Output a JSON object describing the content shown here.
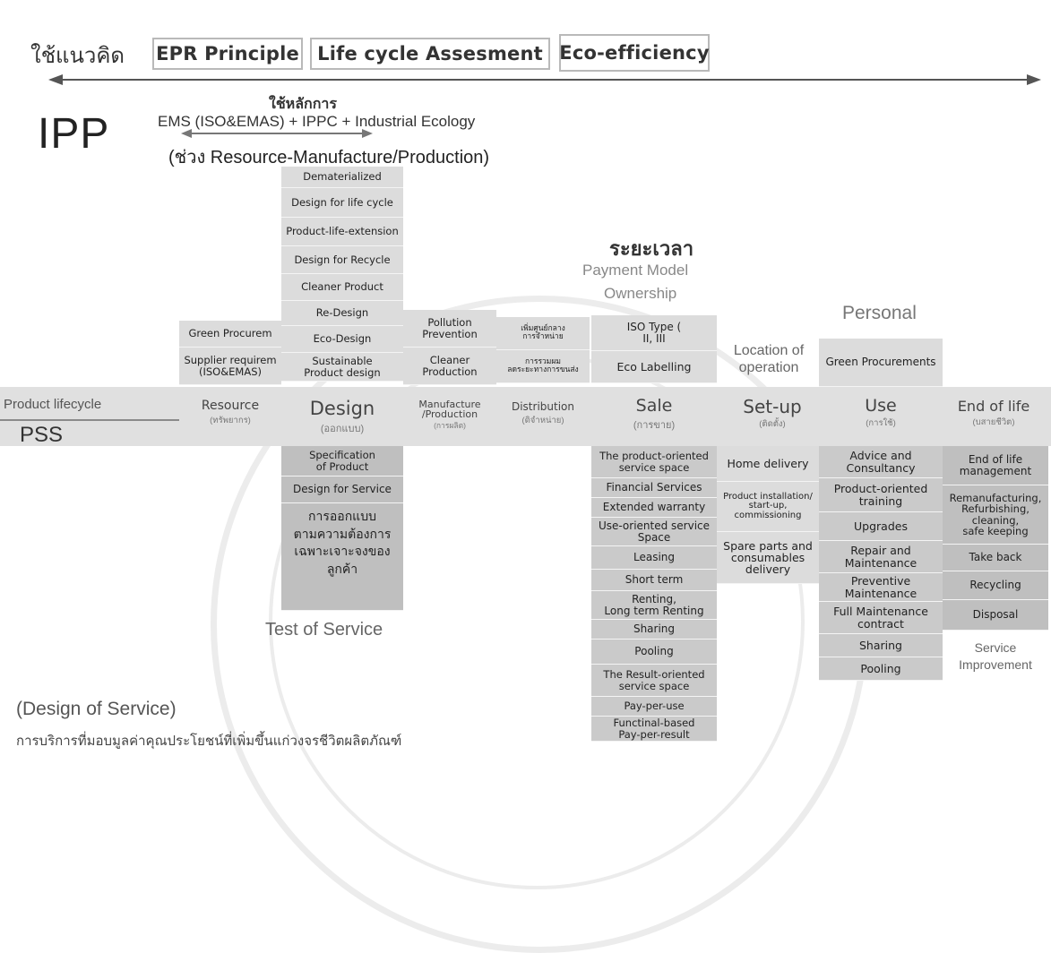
{
  "header": {
    "concept_label": "ใช้แนวคิด",
    "principles": [
      "EPR Principle",
      "Life cycle Assesment",
      "Eco-efficiency"
    ]
  },
  "ipp": {
    "title": "IPP",
    "principles_label": "ใช้หลักการ",
    "ems_line": "EMS (ISO&EMAS) + IPPC + Industrial Ecology",
    "range_label": "(ช่วง Resource-Manufacture/Production)"
  },
  "design_upper": [
    "Dematerialized",
    "Design for life cycle",
    "Product-life-extension",
    "Design for Recycle",
    "Cleaner Product",
    "Re-Design",
    "Eco-Design",
    "Sustainable\nProduct design"
  ],
  "resource_upper": [
    "Green Procurem",
    "Supplier requirem\n(ISO&EMAS)"
  ],
  "manufacture_upper": [
    "Pollution\nPrevention",
    "Cleaner\nProduction"
  ],
  "distribution_upper": [
    "เพิ่มศูนย์กลาง\nการจำหน่าย",
    "การรวมผม\nลดระยะทางการขนส่ง"
  ],
  "sale_header": {
    "time_label": "ระยะเวลา",
    "payment_model": "Payment Model",
    "ownership": "Ownership",
    "iso_type": "ISO Type (\nII, III",
    "eco_label": "Eco Labelling"
  },
  "setup_upper": "Location of\noperation",
  "use_upper": {
    "personal": "Personal",
    "green": "Green Procurements"
  },
  "lifecycle": {
    "left_label": "Product lifecycle",
    "pss_label": "PSS",
    "stages": [
      {
        "name": "Resource",
        "thai": "(ทรัพยากร)"
      },
      {
        "name": "Design",
        "thai": "(ออกแบบ)"
      },
      {
        "name": "Manufacture\n/Production",
        "thai": "(การผลิต)"
      },
      {
        "name": "Distribution",
        "thai": "(ดิจำหน่าย)"
      },
      {
        "name": "Sale",
        "thai": "(การขาย)"
      },
      {
        "name": "Set-up",
        "thai": "(ติดตั้ง)"
      },
      {
        "name": "Use",
        "thai": "(การใช้)"
      },
      {
        "name": "End of life",
        "thai": "(บสายชีวิต)"
      }
    ]
  },
  "design_lower": [
    "Specification\nof Product",
    "Design for Service",
    "การออกแบบ\nตามความต้องการ\nเฉพาะเจาะจงของ\nลูกค้า"
  ],
  "test_of_service": "Test of Service",
  "sale_lower": [
    "The product-oriented\nservice space",
    "Financial Services",
    "Extended warranty",
    "Use-oriented service\nSpace",
    "Leasing",
    "Short term",
    "Renting,\nLong term Renting",
    "Sharing",
    "Pooling",
    "The Result-oriented\nservice space",
    "Pay-per-use",
    "Functinal-based\nPay-per-result"
  ],
  "setup_lower": [
    "Home delivery",
    "Product installation/\nstart-up,\ncommissioning",
    "Spare parts and\nconsumables\ndelivery"
  ],
  "use_lower": [
    "Advice and\nConsultancy",
    "Product-oriented\ntraining",
    "Upgrades",
    "Repair and\nMaintenance",
    "Preventive\nMaintenance",
    "Full Maintenance\ncontract",
    "Sharing",
    "Pooling"
  ],
  "eol_lower": [
    "End of life\nmanagement",
    "Remanufacturing,\nRefurbishing,\ncleaning,\nsafe keeping",
    "Take back",
    "Recycling",
    "Disposal"
  ],
  "service_improvement": "Service\nImprovement",
  "footer": {
    "design_of_service": "(Design of Service)",
    "description": "การบริการที่มอบมูลค่าคุณประโยชน์ที่เพิ่มขึ้นแก่วงจรชีวิตผลิตภัณฑ์"
  },
  "colors": {
    "cell": "#cfcfcf",
    "band": "#e0e0e0",
    "text": "#333333",
    "arrow": "#555555"
  }
}
